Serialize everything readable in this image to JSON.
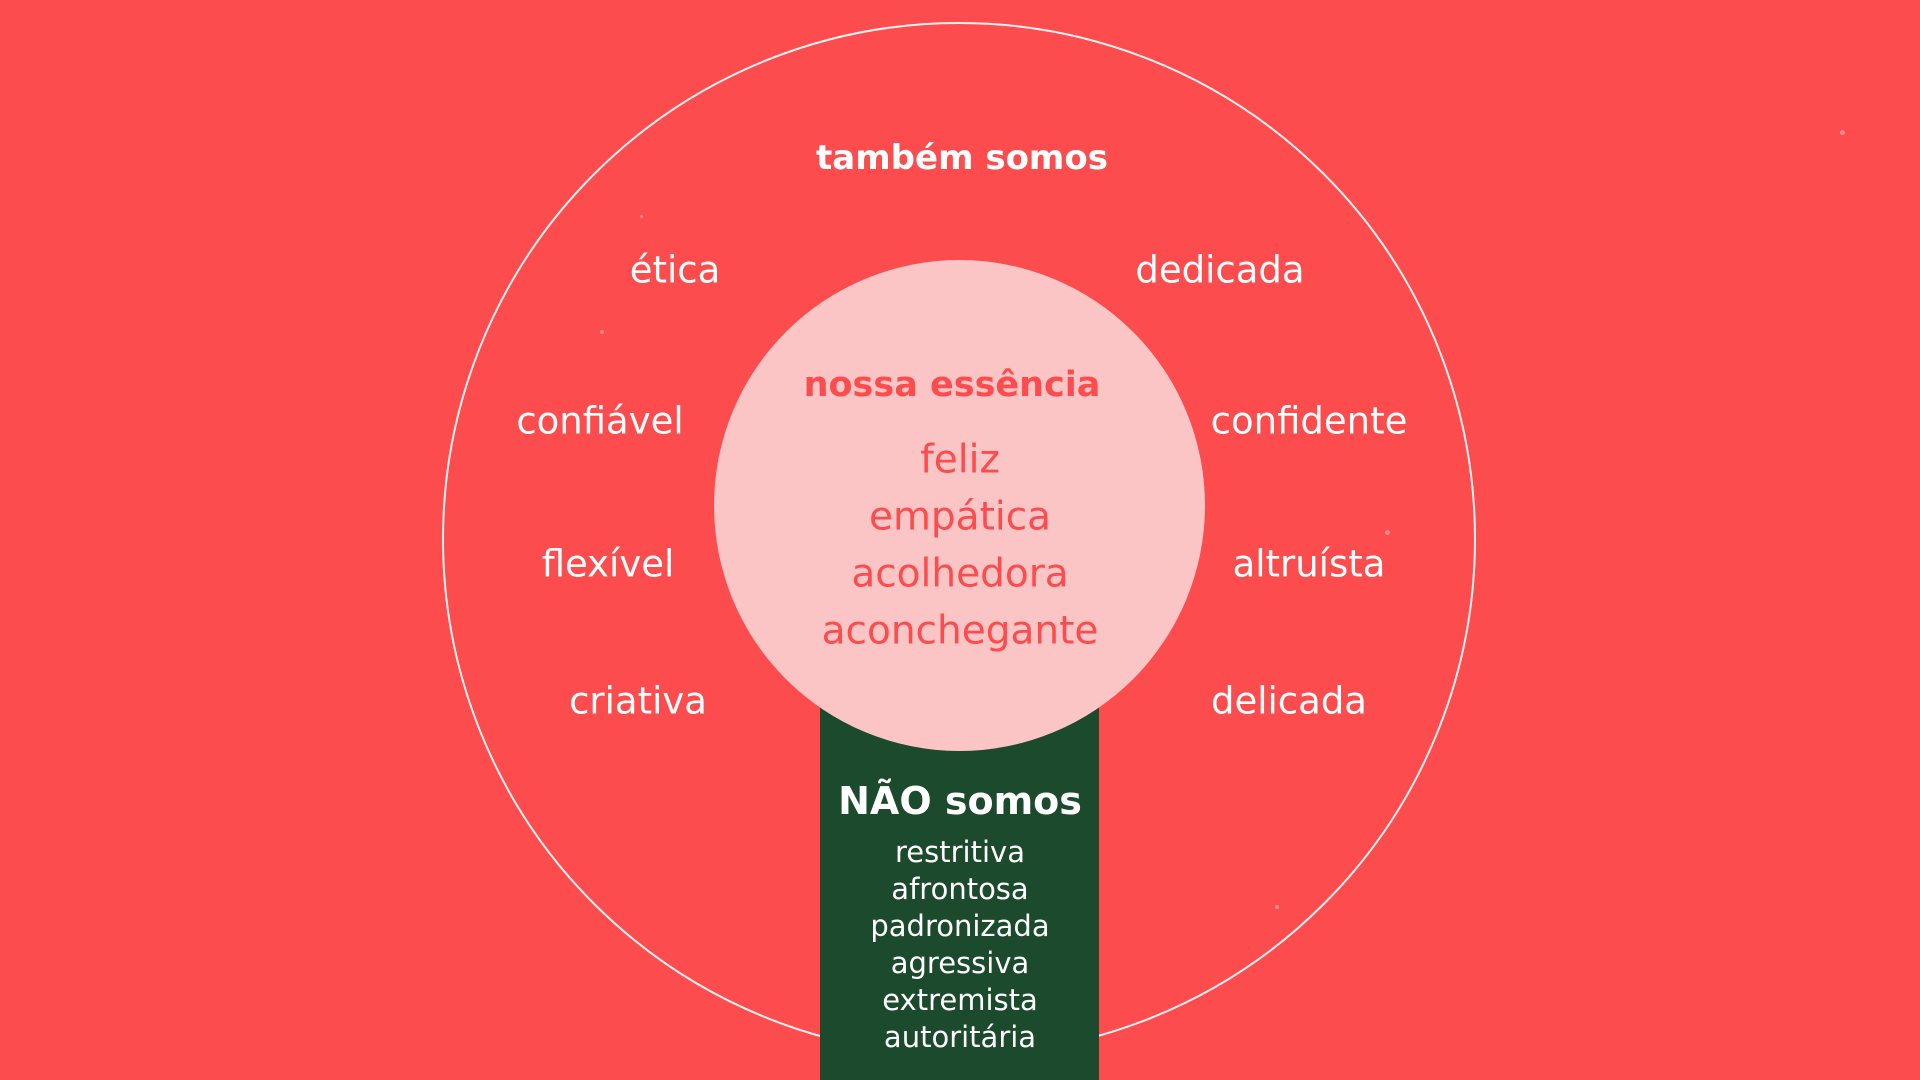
{
  "outer": {
    "title": "também somos",
    "traits_left": [
      "ética",
      "confiável",
      "flexível",
      "criativa"
    ],
    "traits_right": [
      "dedicada",
      "confidente",
      "altruísta",
      "delicada"
    ]
  },
  "essence": {
    "title": "nossa essência",
    "items": [
      "feliz",
      "empática",
      "acolhedora",
      "aconchegante"
    ]
  },
  "not": {
    "title": "NÃO somos",
    "items": [
      "restritiva",
      "afrontosa",
      "padronizada",
      "agressiva",
      "extremista",
      "autoritária"
    ]
  },
  "colors": {
    "background": "#fc4c4e",
    "essence_circle": "#fbc5c6",
    "not_panel": "#1c4a2c",
    "text_light": "#ffffff"
  }
}
